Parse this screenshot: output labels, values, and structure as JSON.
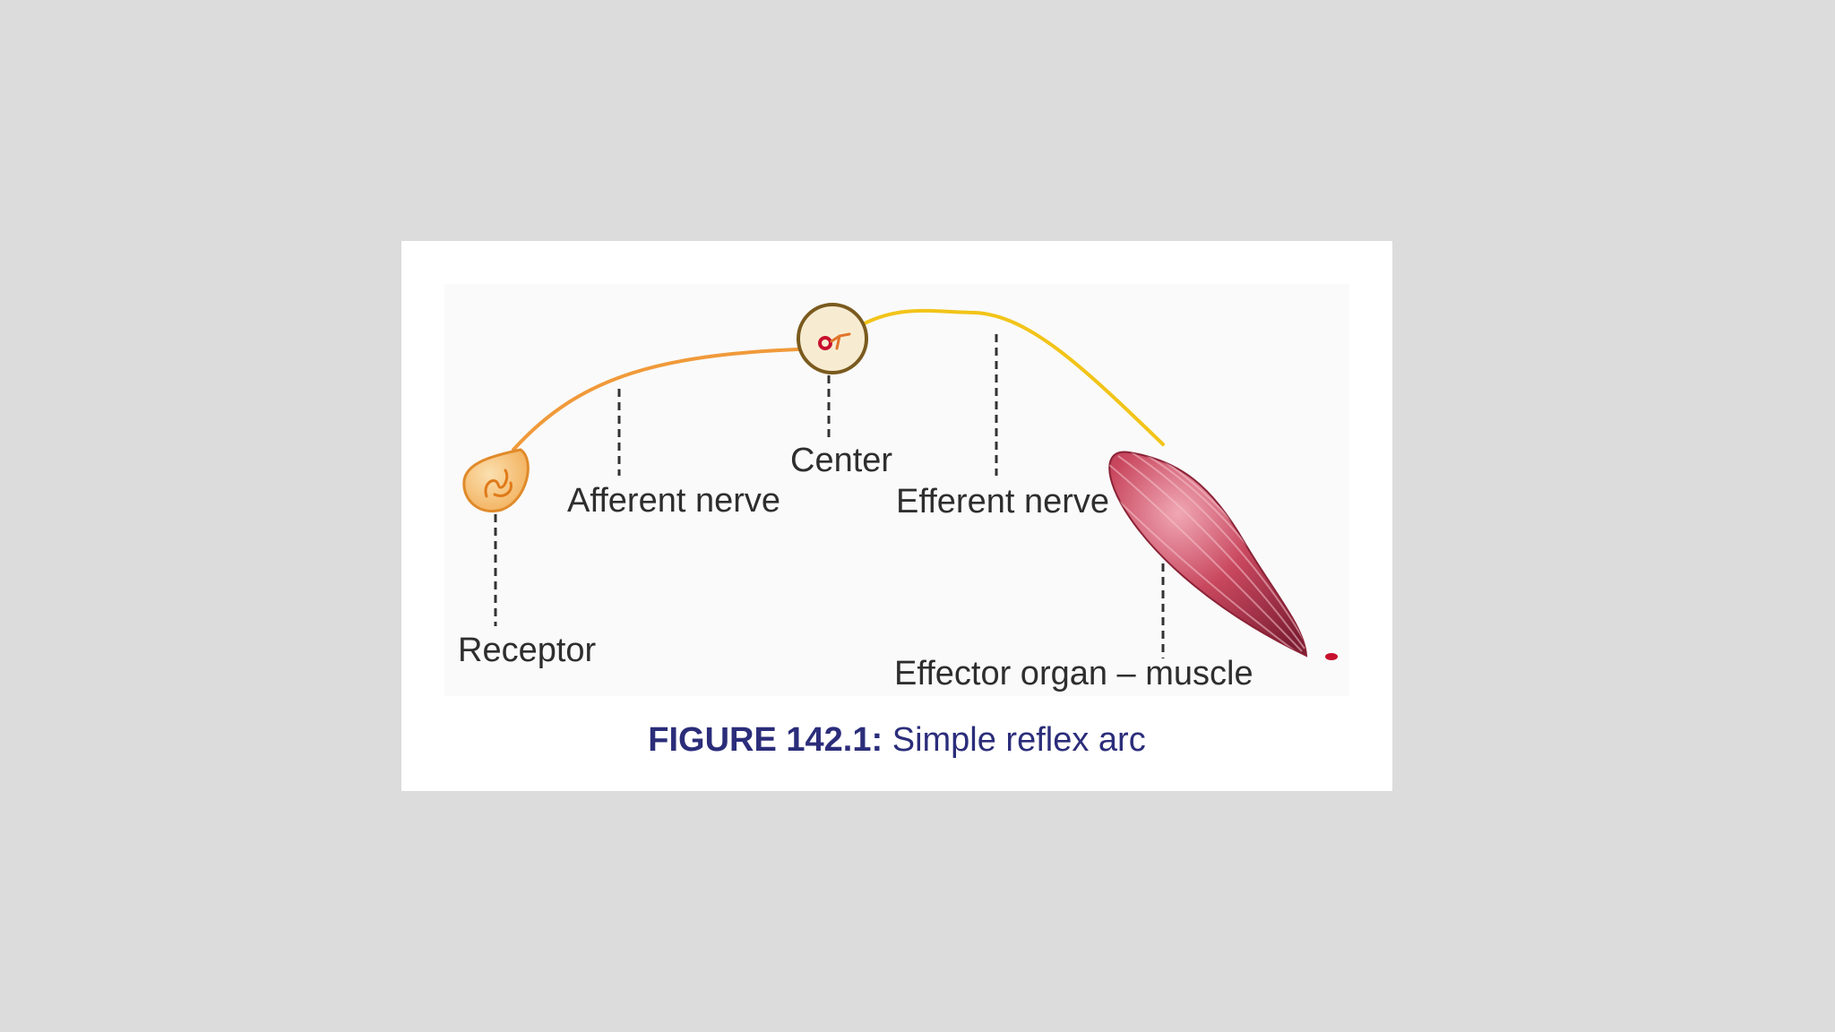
{
  "figure": {
    "labels": {
      "receptor": "Receptor",
      "afferent_nerve": "Afferent nerve",
      "center": "Center",
      "efferent_nerve": "Efferent nerve",
      "effector": "Effector organ – muscle"
    },
    "caption": {
      "label": "FIGURE 142.1:",
      "text": "Simple reflex arc"
    }
  },
  "colors": {
    "afferent_nerve": "#f09a3a",
    "efferent_nerve": "#f2c419",
    "receptor_fill": "#f6c27a",
    "center_fill": "#f7ecd2",
    "center_stroke": "#7a5a1e",
    "muscle": "#b8344d",
    "caption": "#2b2d7a"
  }
}
